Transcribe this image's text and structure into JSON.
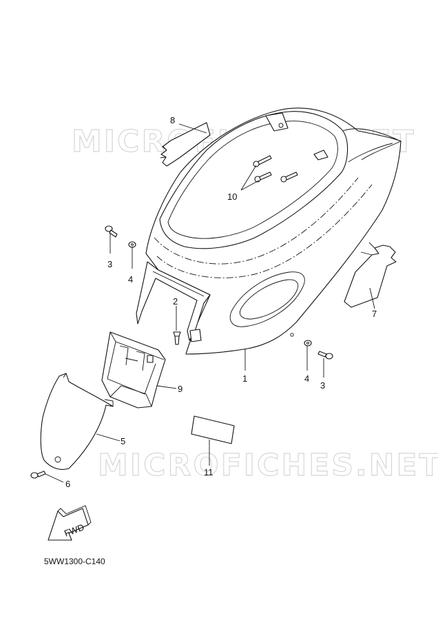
{
  "watermark": "MICROFICHES.NET",
  "diagram_code": "5WW1300-C140",
  "fwd_label": "FWD",
  "callouts": [
    {
      "id": "c1",
      "label": "1"
    },
    {
      "id": "c2",
      "label": "2"
    },
    {
      "id": "c3a",
      "label": "3"
    },
    {
      "id": "c3b",
      "label": "3"
    },
    {
      "id": "c4a",
      "label": "4"
    },
    {
      "id": "c4b",
      "label": "4"
    },
    {
      "id": "c5",
      "label": "5"
    },
    {
      "id": "c6",
      "label": "6"
    },
    {
      "id": "c7",
      "label": "7"
    },
    {
      "id": "c8",
      "label": "8"
    },
    {
      "id": "c9",
      "label": "9"
    },
    {
      "id": "c10",
      "label": "10"
    },
    {
      "id": "c11",
      "label": "11"
    }
  ]
}
